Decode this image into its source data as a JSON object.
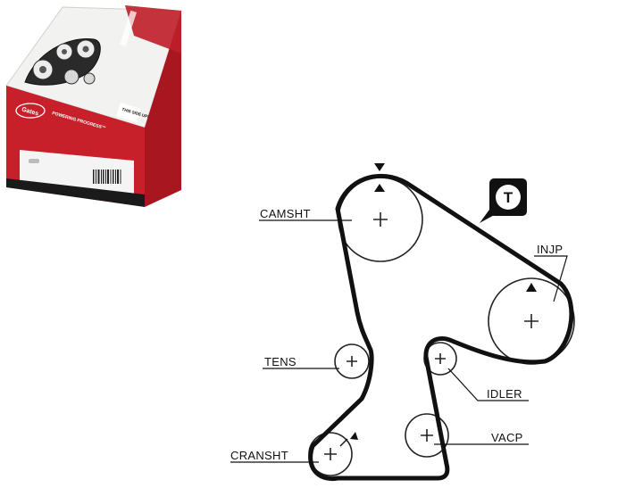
{
  "box": {
    "brand": "Gates",
    "tagline": "POWERING PROGRESS™",
    "orientation_label": "THIS SIDE UP!",
    "colors": {
      "red": "#c8202a",
      "dark_red": "#8e1318",
      "black": "#1a1a1a"
    }
  },
  "diagram": {
    "timing_marker": "T",
    "labels": {
      "camshaft": "CAMSHT",
      "injection_pump": "INJP",
      "tensioner": "TENS",
      "idler": "IDLER",
      "water_pump": "VACP",
      "crankshaft": "CRANSHT"
    },
    "colors": {
      "belt": "#111111",
      "pulley": "#222222"
    }
  }
}
